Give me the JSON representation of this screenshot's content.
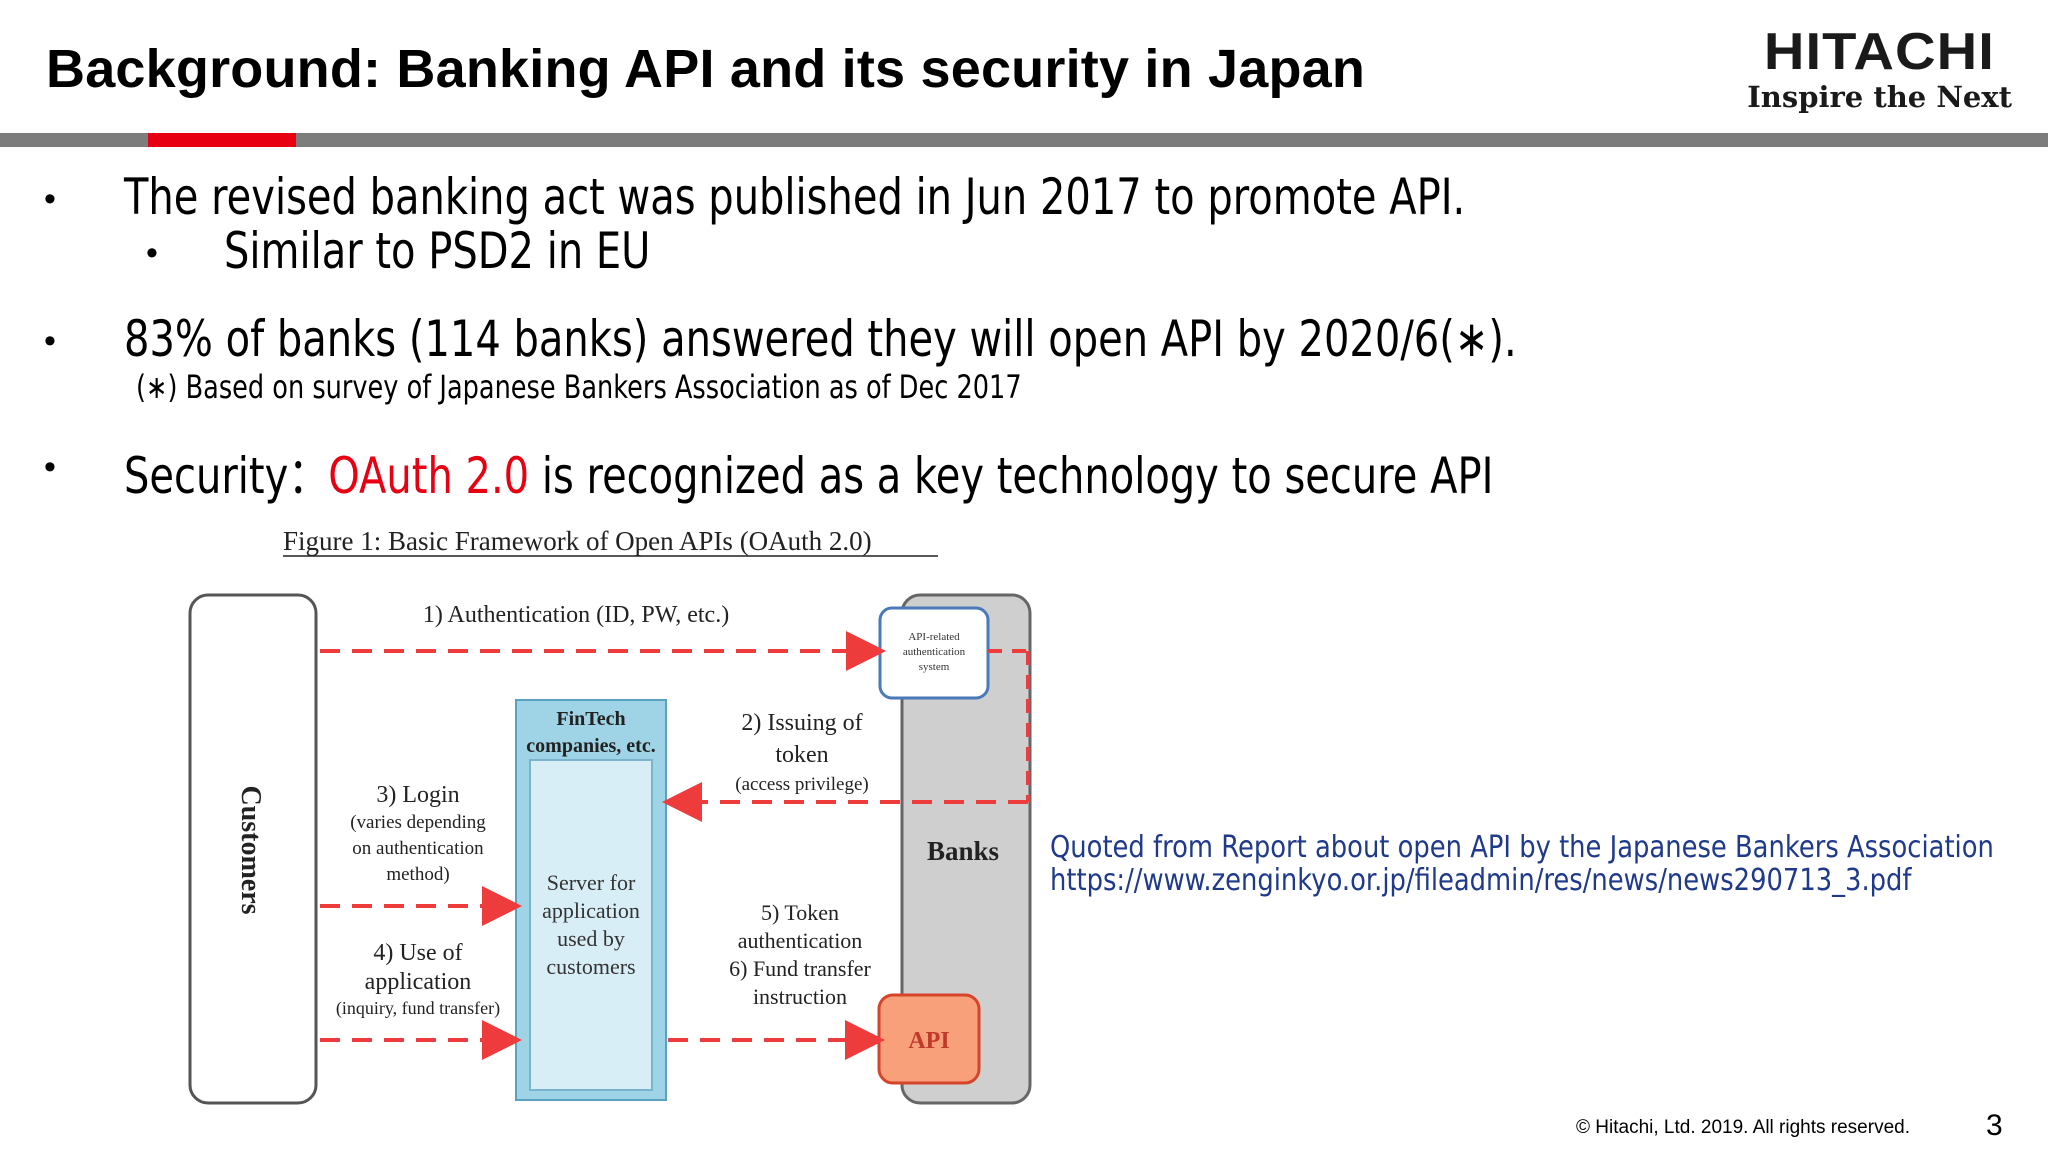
{
  "slide": {
    "title": "Background:  Banking API and its security in Japan",
    "logo_text": "HITACHI",
    "logo_tagline": "Inspire the Next",
    "bullet_char": "•",
    "bullets": [
      {
        "text": "The revised banking act was published in Jun 2017 to promote API."
      },
      {
        "text": "Similar to PSD2 in EU"
      },
      {
        "text": "83% of banks (114 banks) answered they will open API by 2020/6(∗)."
      },
      {
        "text": "(∗) Based on survey of Japanese Bankers Association as of Dec 2017"
      },
      {
        "prefix": "Security：",
        "highlight": "OAuth 2.0",
        "suffix": " is recognized as a key technology to secure API"
      }
    ],
    "quote_line1": "Quoted from Report about open API by the Japanese Bankers Association",
    "quote_line2": "https://www.zenginkyo.or.jp/fileadmin/res/news/news290713_3.pdf",
    "footer": "© Hitachi, Ltd. 2019. All rights reserved.",
    "page_number": "3",
    "accent_red": "#e60012",
    "rule_gray": "#7d7d7d",
    "quote_color": "#1f3a8a"
  },
  "figure": {
    "caption": "Figure 1: Basic Framework of Open APIs (OAuth 2.0)",
    "customers": "Customers",
    "banks": "Banks",
    "fintech_line1": "FinTech",
    "fintech_line2": "companies, etc.",
    "server_line1": "Server for",
    "server_line2": "application",
    "server_line3": "used by",
    "server_line4": "customers",
    "auth_sys_line1": "API-related",
    "auth_sys_line2": "authentication",
    "auth_sys_line3": "system",
    "api_box": "API",
    "step1": "1) Authentication (ID, PW, etc.)",
    "step2_line1": "2) Issuing of",
    "step2_line2": "token",
    "step2_line3": "(access privilege)",
    "step3_line1": "3) Login",
    "step3_line2": "(varies depending",
    "step3_line3": "on authentication",
    "step3_line4": "method)",
    "step4_line1": "4) Use of",
    "step4_line2": "application",
    "step4_line3": "(inquiry, fund transfer)",
    "step5_line1": "5) Token",
    "step5_line2": "authentication",
    "step6_line1": "6) Fund transfer",
    "step6_line2": "instruction",
    "arrow_color": "#ee3b3b",
    "fintech_fill": "#9fd3e6",
    "server_fill": "#d8eef7",
    "banks_fill": "#cfcfcf",
    "api_fill": "#f7a07a"
  }
}
